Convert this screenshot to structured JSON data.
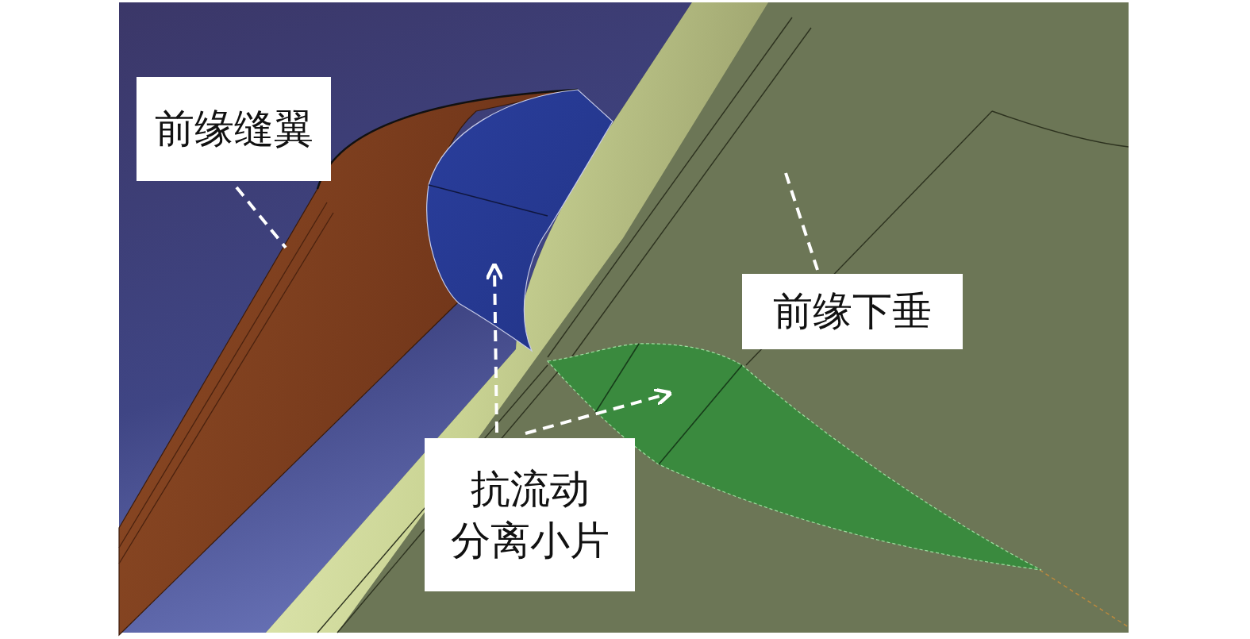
{
  "diagram": {
    "nodes": [
      {
        "text": [
          "前缘缝翼"
        ]
      },
      {
        "text": [
          "前缘下垂"
        ]
      },
      {
        "text": [
          "抗流动 分离小片"
        ]
      }
    ]
  }
}
